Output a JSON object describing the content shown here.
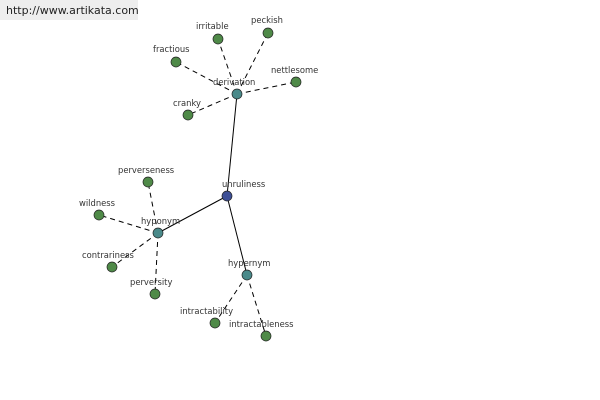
{
  "banner": {
    "url": "http://www.artikata.com"
  },
  "colors": {
    "center": "#3d4f96",
    "category": "#4a8a8a",
    "leaf": "#4f8a48",
    "node_stroke": "#222222",
    "solid_edge": "#000000",
    "dashed_edge": "#000000"
  },
  "graph": {
    "center": {
      "id": "unruliness",
      "label": "unruliness"
    },
    "categories": [
      {
        "id": "derivation",
        "label": "derivation",
        "leaves": [
          "irritable",
          "peckish",
          "fractious",
          "nettlesome",
          "cranky"
        ]
      },
      {
        "id": "hyponym",
        "label": "hyponym",
        "leaves": [
          "perverseness",
          "wildness",
          "contrariness",
          "perversity"
        ]
      },
      {
        "id": "hypernym",
        "label": "hypernym",
        "leaves": [
          "intractability",
          "intractableness"
        ]
      }
    ]
  }
}
